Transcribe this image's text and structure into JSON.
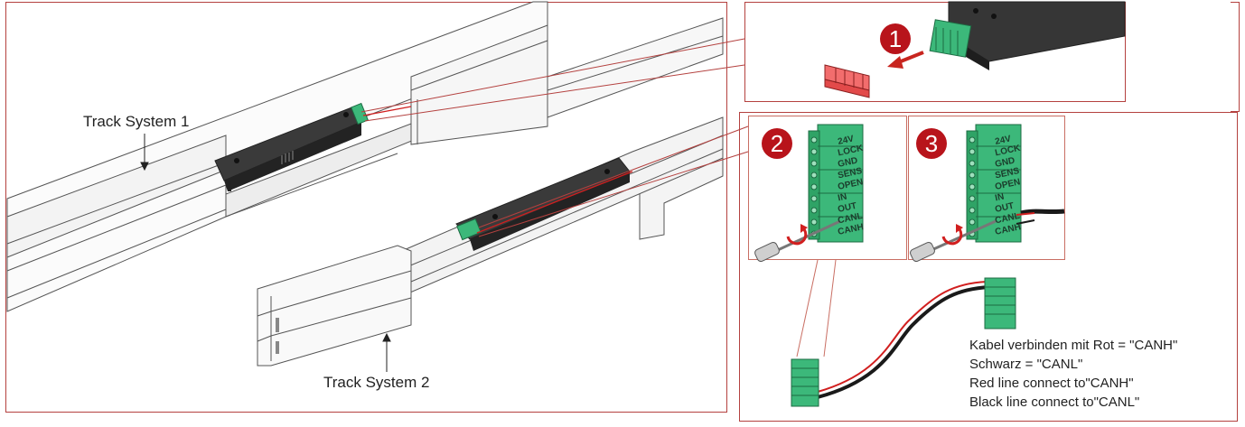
{
  "labels": {
    "track1": "Track System 1",
    "track2": "Track System 2"
  },
  "steps": [
    "1",
    "2",
    "3"
  ],
  "terminal_pins": [
    "24V",
    "LOCK",
    "GND",
    "SENS",
    "OPEN",
    "IN",
    "OUT",
    "CANL",
    "CANH"
  ],
  "wiring_note": [
    "Kabel verbinden mit Rot = \"CANH\"",
    "Schwarz = \"CANL\"",
    "Red line connect to\"CANH\"",
    "Black line connect to\"CANL\""
  ],
  "colors": {
    "frame": "#b4413f",
    "badge": "#b8141b",
    "connector": "#3cb87a",
    "wire_red": "#d11f1f",
    "wire_black": "#1a1a1a",
    "module": "#2e2e2e"
  }
}
